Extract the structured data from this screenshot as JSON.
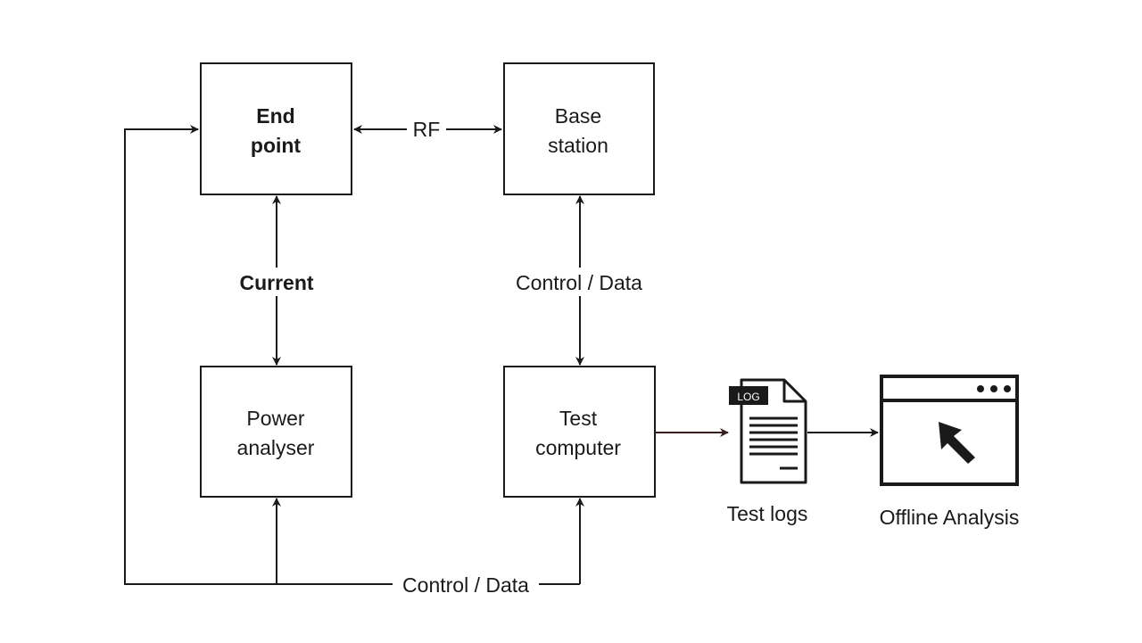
{
  "nodes": {
    "end_point": {
      "line1": "End",
      "line2": "point"
    },
    "base_station": {
      "line1": "Base",
      "line2": "station"
    },
    "power_analyser": {
      "line1": "Power",
      "line2": "analyser"
    },
    "test_computer": {
      "line1": "Test",
      "line2": "computer"
    },
    "test_logs": {
      "label": "Test logs",
      "badge": "LOG"
    },
    "offline_analysis": {
      "label": "Offline Analysis"
    }
  },
  "edges": {
    "rf": "RF",
    "current": "Current",
    "control_data_right": "Control / Data",
    "control_data_bottom": "Control / Data"
  }
}
